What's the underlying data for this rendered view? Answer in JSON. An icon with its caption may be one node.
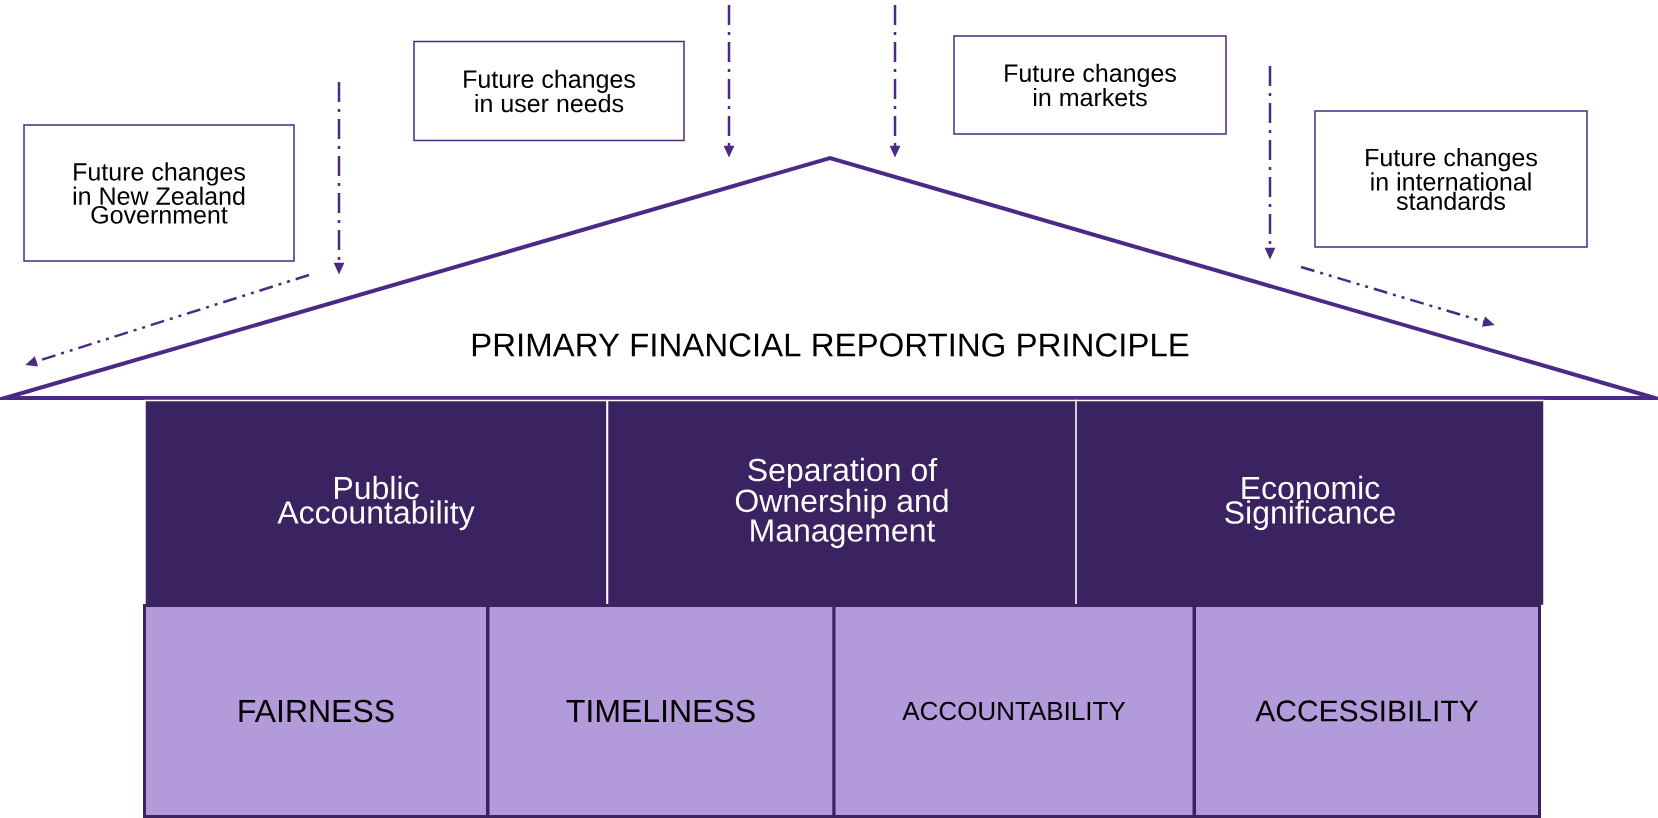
{
  "diagram": {
    "nodes": [
      {
        "text": [
          "Future changes in New Zealand Government"
        ]
      },
      {
        "text": [
          "Future changes in user needs"
        ]
      },
      {
        "text": [
          "Future changes in markets"
        ]
      },
      {
        "text": [
          "Future changes in international standards"
        ]
      },
      {
        "text": [
          "PRIMARY FINANCIAL REPORTING PRINCIPLE"
        ]
      },
      {
        "text": [
          "Public Accountability"
        ]
      },
      {
        "text": [
          "Separation of Ownership and Management"
        ]
      },
      {
        "text": [
          "Economic Significance"
        ]
      },
      {
        "text": [
          "FAIRNESS"
        ]
      },
      {
        "text": [
          "TIMELINESS"
        ]
      },
      {
        "text": [
          "ACCOUNTABILITY"
        ]
      },
      {
        "text": [
          "ACCESSIBILITY"
        ]
      }
    ],
    "edges": [
      {
        "from": null,
        "to": 4,
        "arrow": "to",
        "style": "dashed"
      },
      {
        "from": null,
        "to": 4,
        "arrow": "to",
        "style": "dashed"
      },
      {
        "from": null,
        "to": 4,
        "arrow": "to",
        "style": "dashed"
      },
      {
        "from": null,
        "to": 4,
        "arrow": "to",
        "style": "dashed"
      }
    ]
  }
}
